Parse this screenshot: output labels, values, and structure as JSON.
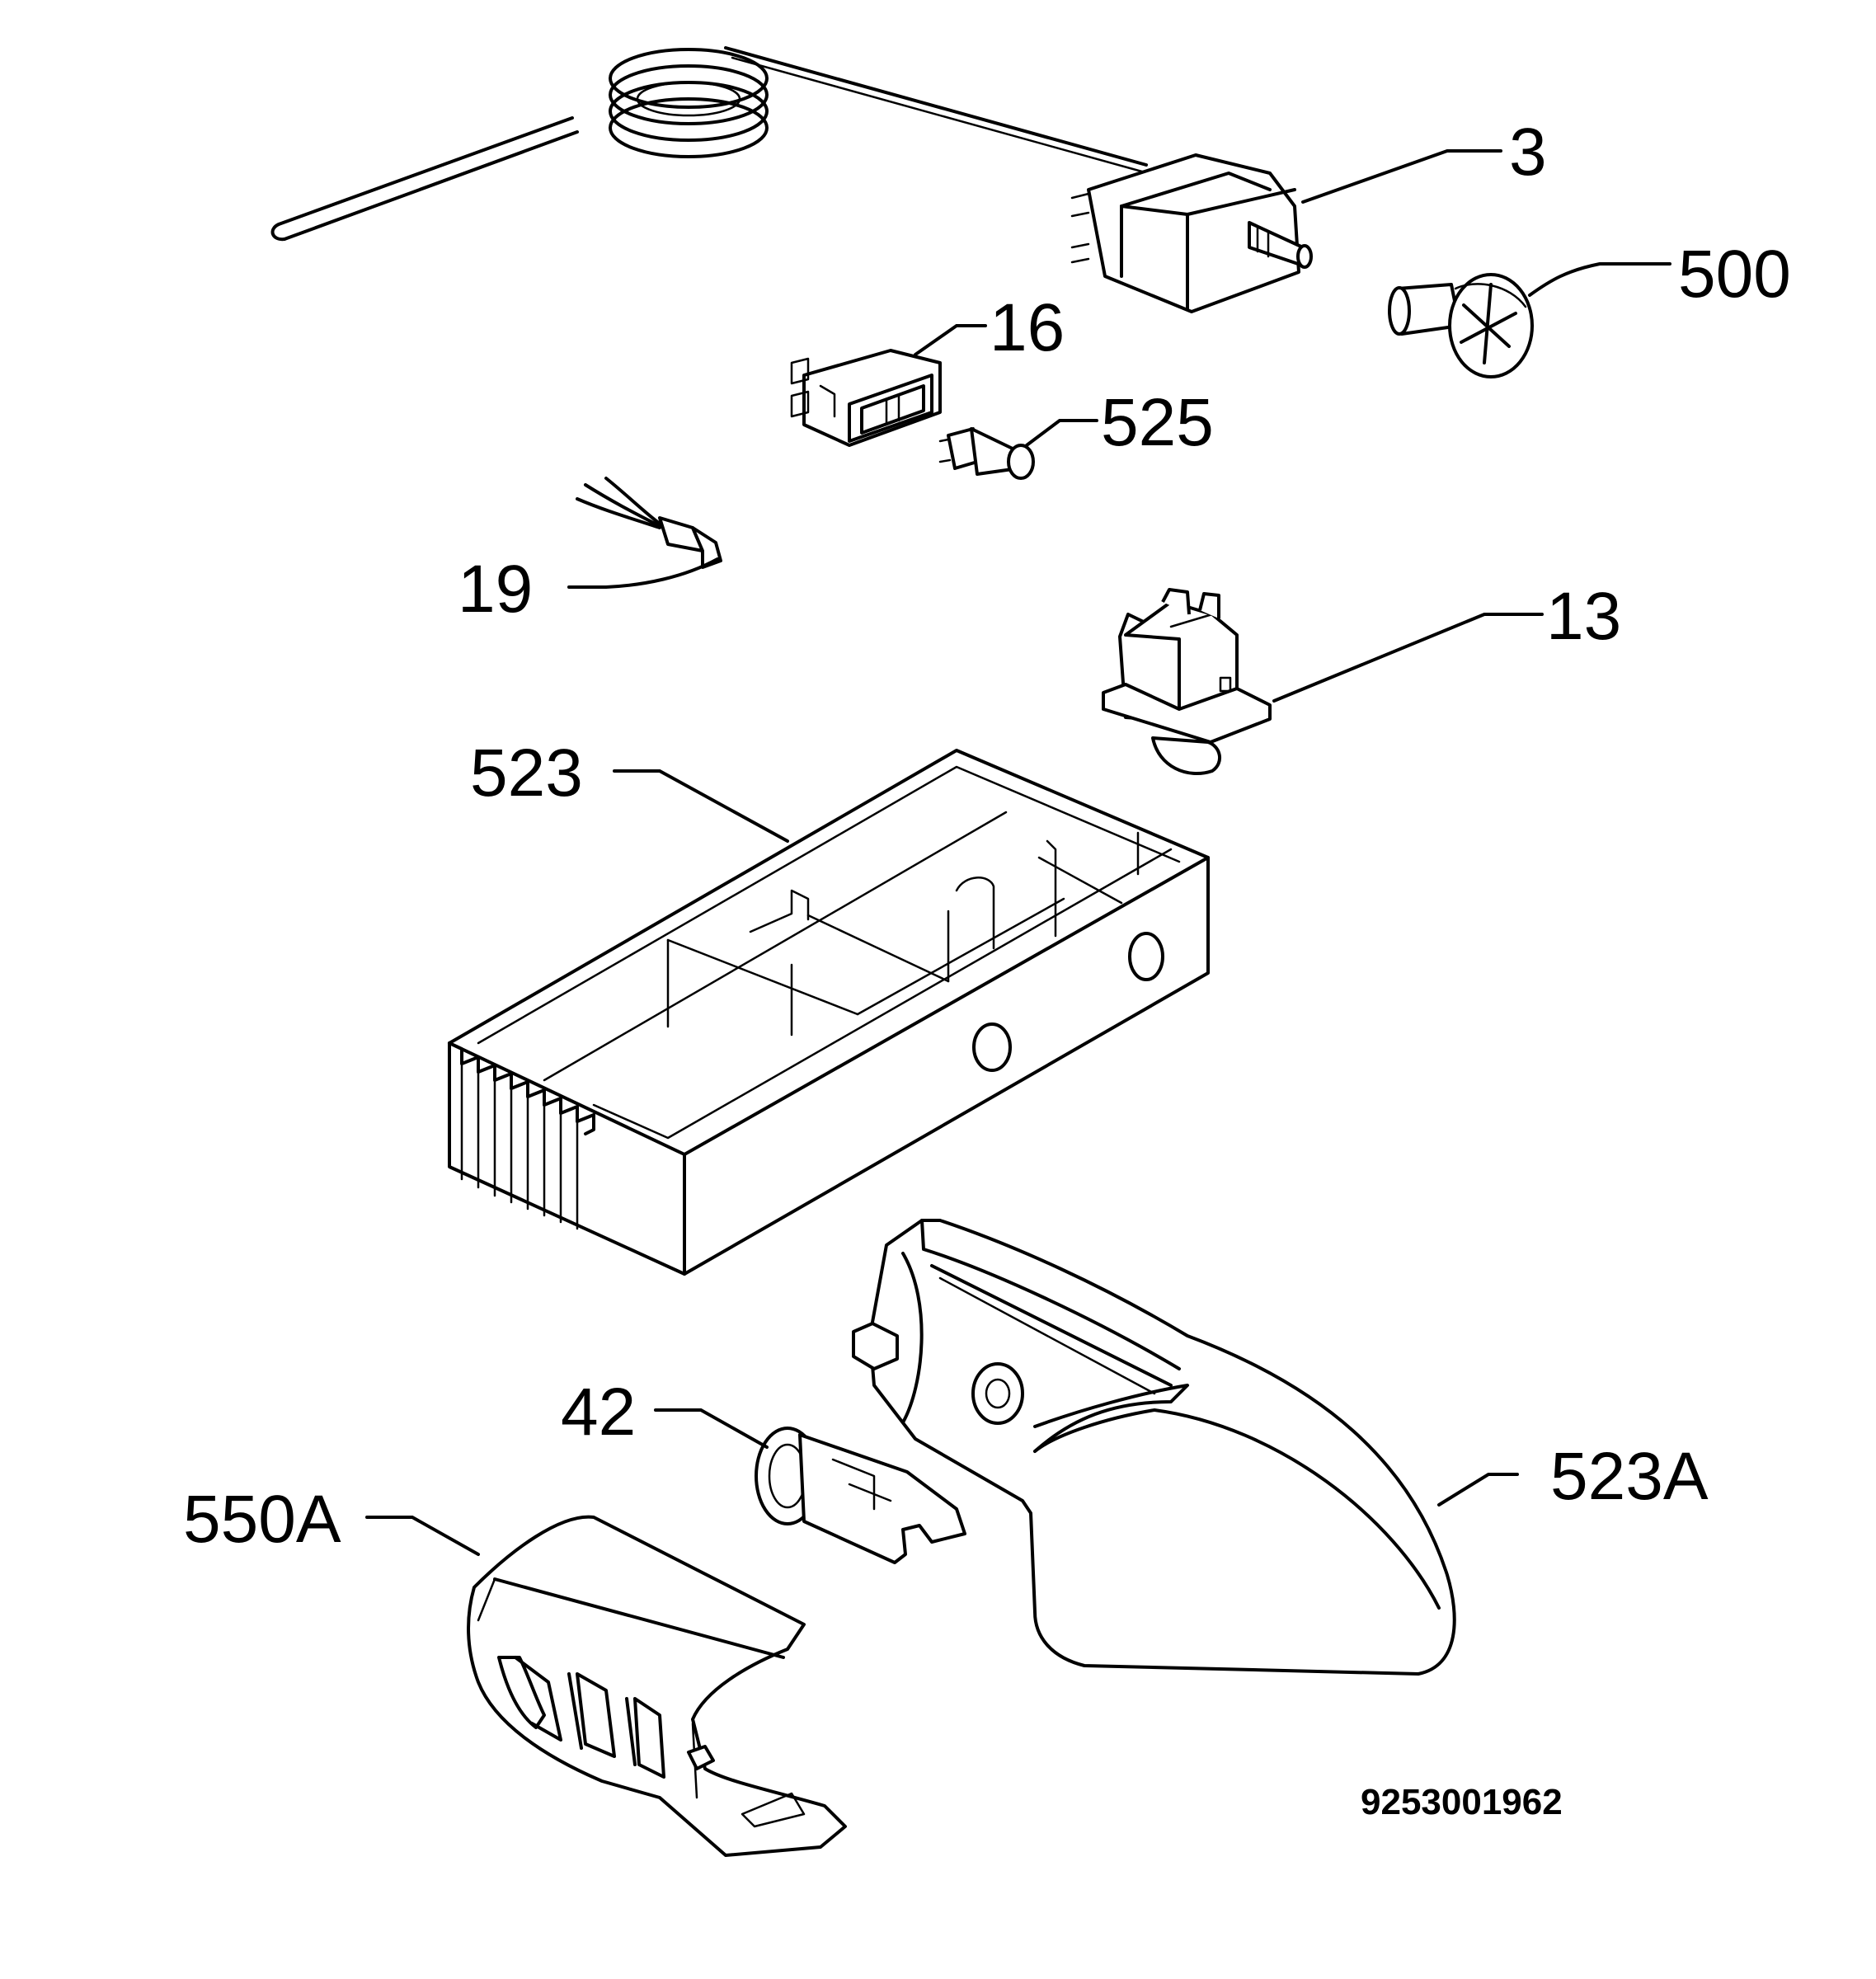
{
  "diagram": {
    "callouts": [
      {
        "id": "c3",
        "label": "3"
      },
      {
        "id": "c500",
        "label": "500"
      },
      {
        "id": "c16",
        "label": "16"
      },
      {
        "id": "c525",
        "label": "525"
      },
      {
        "id": "c19",
        "label": "19"
      },
      {
        "id": "c13",
        "label": "13"
      },
      {
        "id": "c523",
        "label": "523"
      },
      {
        "id": "c42",
        "label": "42"
      },
      {
        "id": "c523a",
        "label": "523A"
      },
      {
        "id": "c550a",
        "label": "550A"
      }
    ],
    "document_number": "9253001962"
  }
}
